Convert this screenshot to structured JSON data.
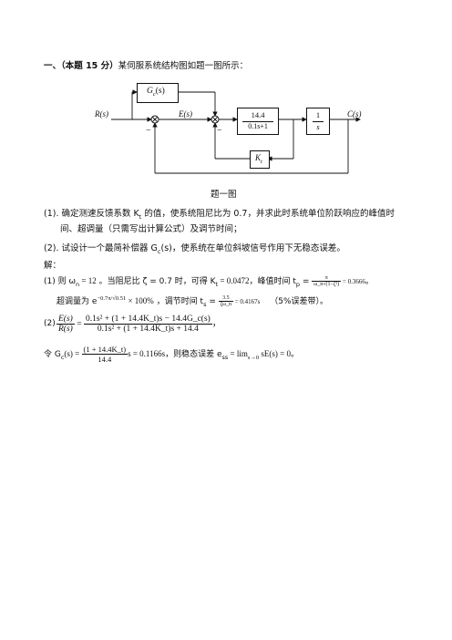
{
  "header": {
    "prefix": "一、",
    "points": "（本题 15 分）",
    "text": "某伺服系统结构图如题一图所示："
  },
  "diagram": {
    "input": "R(s)",
    "error": "E(s)",
    "output": "C(s)",
    "gc_block": "G",
    "gc_sub": "c",
    "gc_arg": "(s)",
    "plant_num": "14.4",
    "plant_den": "0.1s+1",
    "int_num": "1",
    "int_den": "s",
    "kt_block": "K",
    "kt_sub": "t",
    "minus1": "−",
    "minus2": "−",
    "caption": "题一图"
  },
  "questions": {
    "q1_num": "(1).",
    "q1_line1": "确定测速反馈系数 K",
    "q1_line1_sub": "t",
    "q1_line1_b": " 的值，使系统阻尼比为 0.7，并求此时系统单位阶跃响应的峰值时",
    "q1_line2": "间、超调量（只需写出计算公式）及调节时间；",
    "q2_num": "(2).",
    "q2_line": "试设计一个最简补偿器 G",
    "q2_line_sub": "c",
    "q2_line_b": "(s)，使系统在单位斜坡信号作用下无稳态误差。"
  },
  "solution": {
    "label": "解：",
    "s1_num": "(1)",
    "s1_a": "则 ω",
    "s1_a_sub": "n",
    "s1_a_val": " = 12",
    "s1_b": "。当阻尼比 ζ = 0.7 时，可得 K",
    "s1_b_sub": "t",
    "s1_b_val": " = 0.0472",
    "s1_c": "，峰值时间 t",
    "s1_c_sub": "p",
    "s1_c_eq": " = ",
    "s1_tp_num": "π",
    "s1_tp_den": "ω_n√(1−ζ²)",
    "s1_tp_val": " = 0.3666",
    "s1_end": "。",
    "s1_os_a": "超调量为 e",
    "s1_os_exp": "−0.7π/√0.51",
    "s1_os_b": " × 100%",
    "s1_os_c": "，调节时间 t",
    "s1_os_c_sub": "s",
    "s1_ts_num": "3.5",
    "s1_ts_den": "ζω_n",
    "s1_ts_val": " = 0.4167s",
    "s1_ts_note": "（5%误差带）。",
    "s2_num": "(2)",
    "s2_lhs_num": "E(s)",
    "s2_lhs_den": "R(s)",
    "s2_rhs_num": "0.1s² + (1 + 14.4K_t)s − 14.4G_c(s)",
    "s2_rhs_den": "0.1s² + (1 + 14.4K_t)s + 14.4",
    "s2_end": "，",
    "s3_a": "令 G",
    "s3_a_sub": "c",
    "s3_a_b": "(s) = ",
    "s3_frac_num": "(1 + 14.4K_t)",
    "s3_frac_den": "14.4",
    "s3_val": "s = 0.1166s",
    "s3_b": "，则稳态误差 e",
    "s3_b_sub": "ss",
    "s3_b_c": " = lim",
    "s3_lim_sub": "s→0",
    "s3_b_d": " sE(s) = 0",
    "s3_end": "。"
  }
}
